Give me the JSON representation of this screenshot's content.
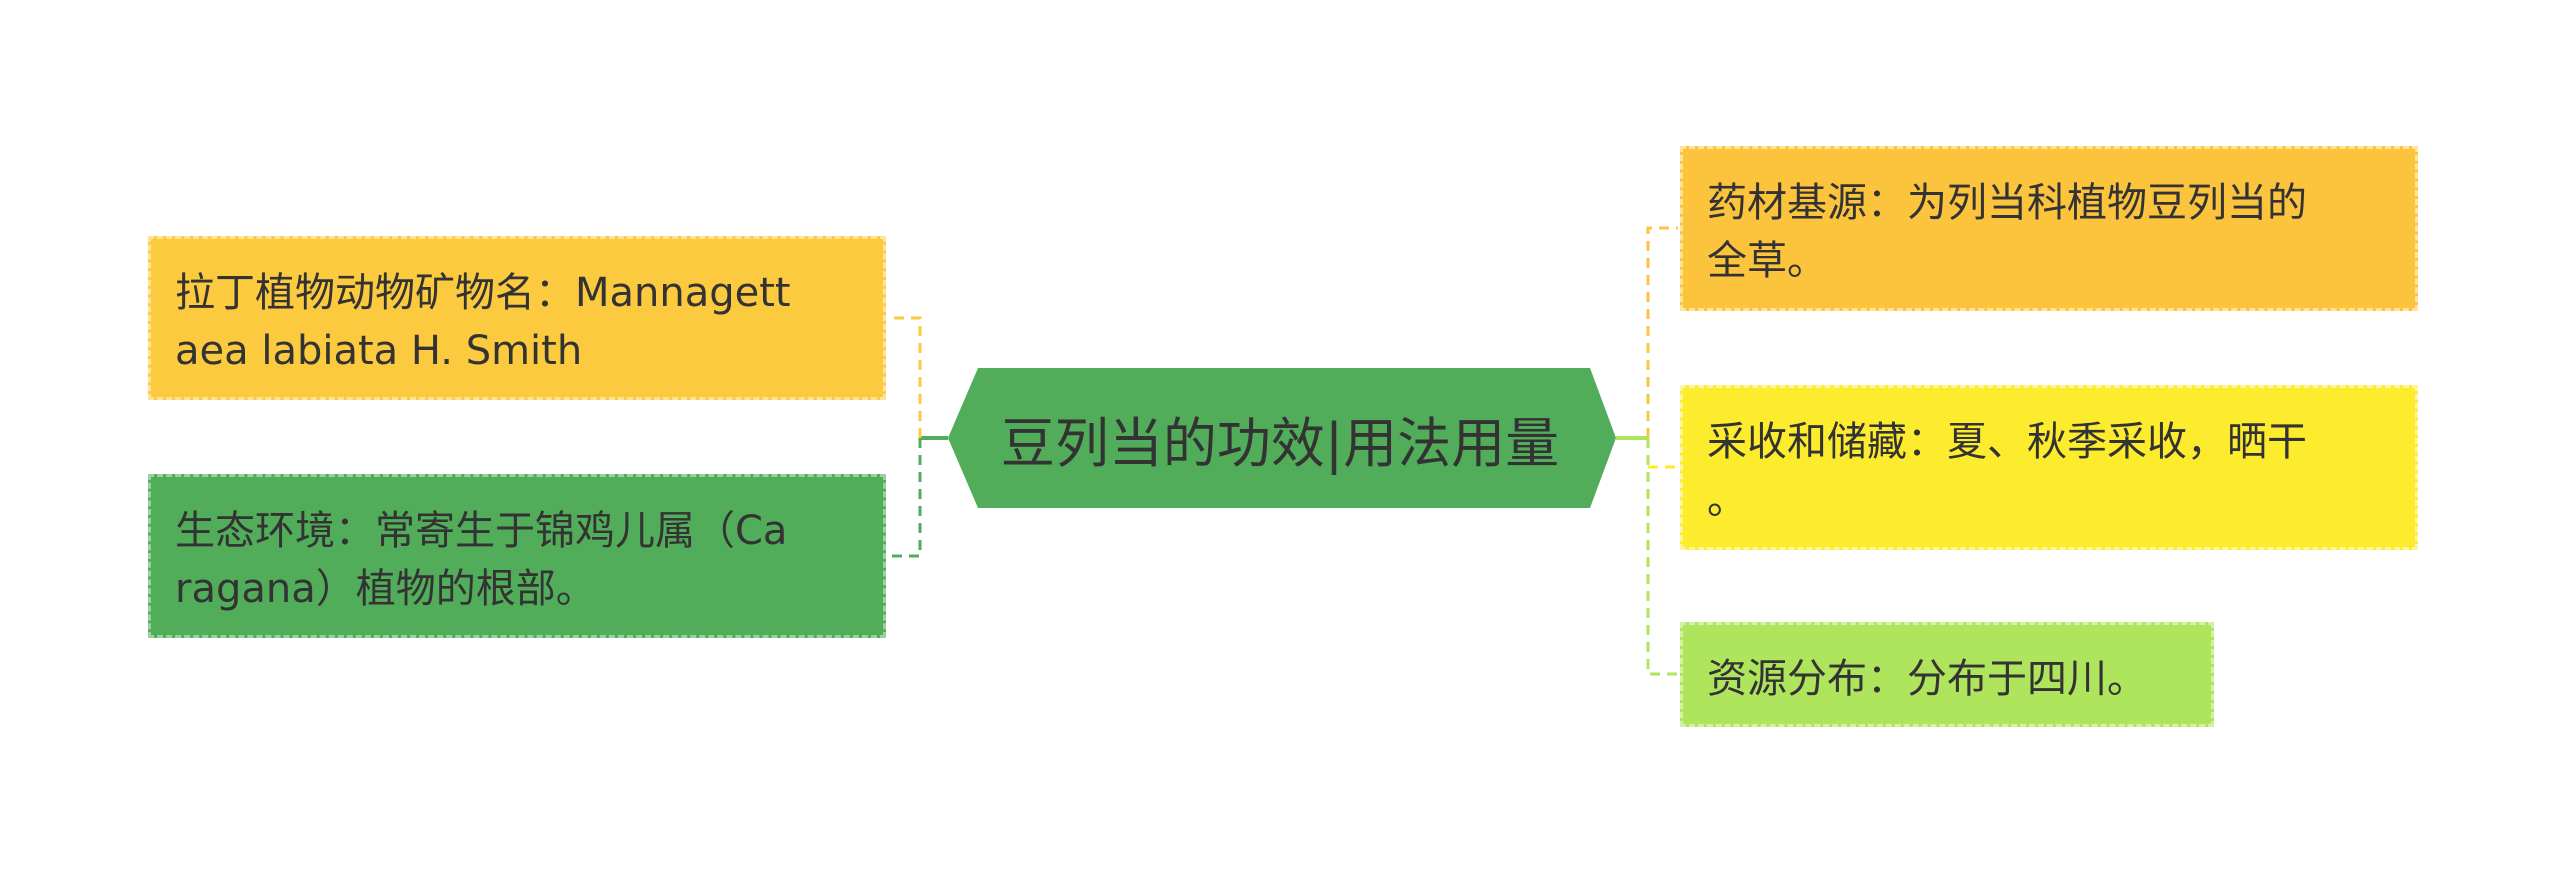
{
  "center_topic": {
    "label": "豆列当的功效|用法用量",
    "color": "#52ad5b"
  },
  "left_branches": [
    {
      "lines": [
        "拉丁植物动物矿物名：Mannagett",
        "aea labiata H. Smith"
      ],
      "color": "#fcca3e"
    },
    {
      "lines": [
        "生态环境：常寄生于锦鸡儿属（Ca",
        "ragana）植物的根部。"
      ],
      "color": "#52ad5b"
    }
  ],
  "right_branches": [
    {
      "lines": [
        "药材基源：为列当科植物豆列当的",
        "全草。"
      ],
      "color": "#fcc43d"
    },
    {
      "lines": [
        "采收和储藏：夏、秋季采收，晒干",
        "。"
      ],
      "color": "#fdeb2e"
    },
    {
      "lines": [
        "资源分布：分布于四川。"
      ],
      "color": "#afe55c"
    }
  ]
}
